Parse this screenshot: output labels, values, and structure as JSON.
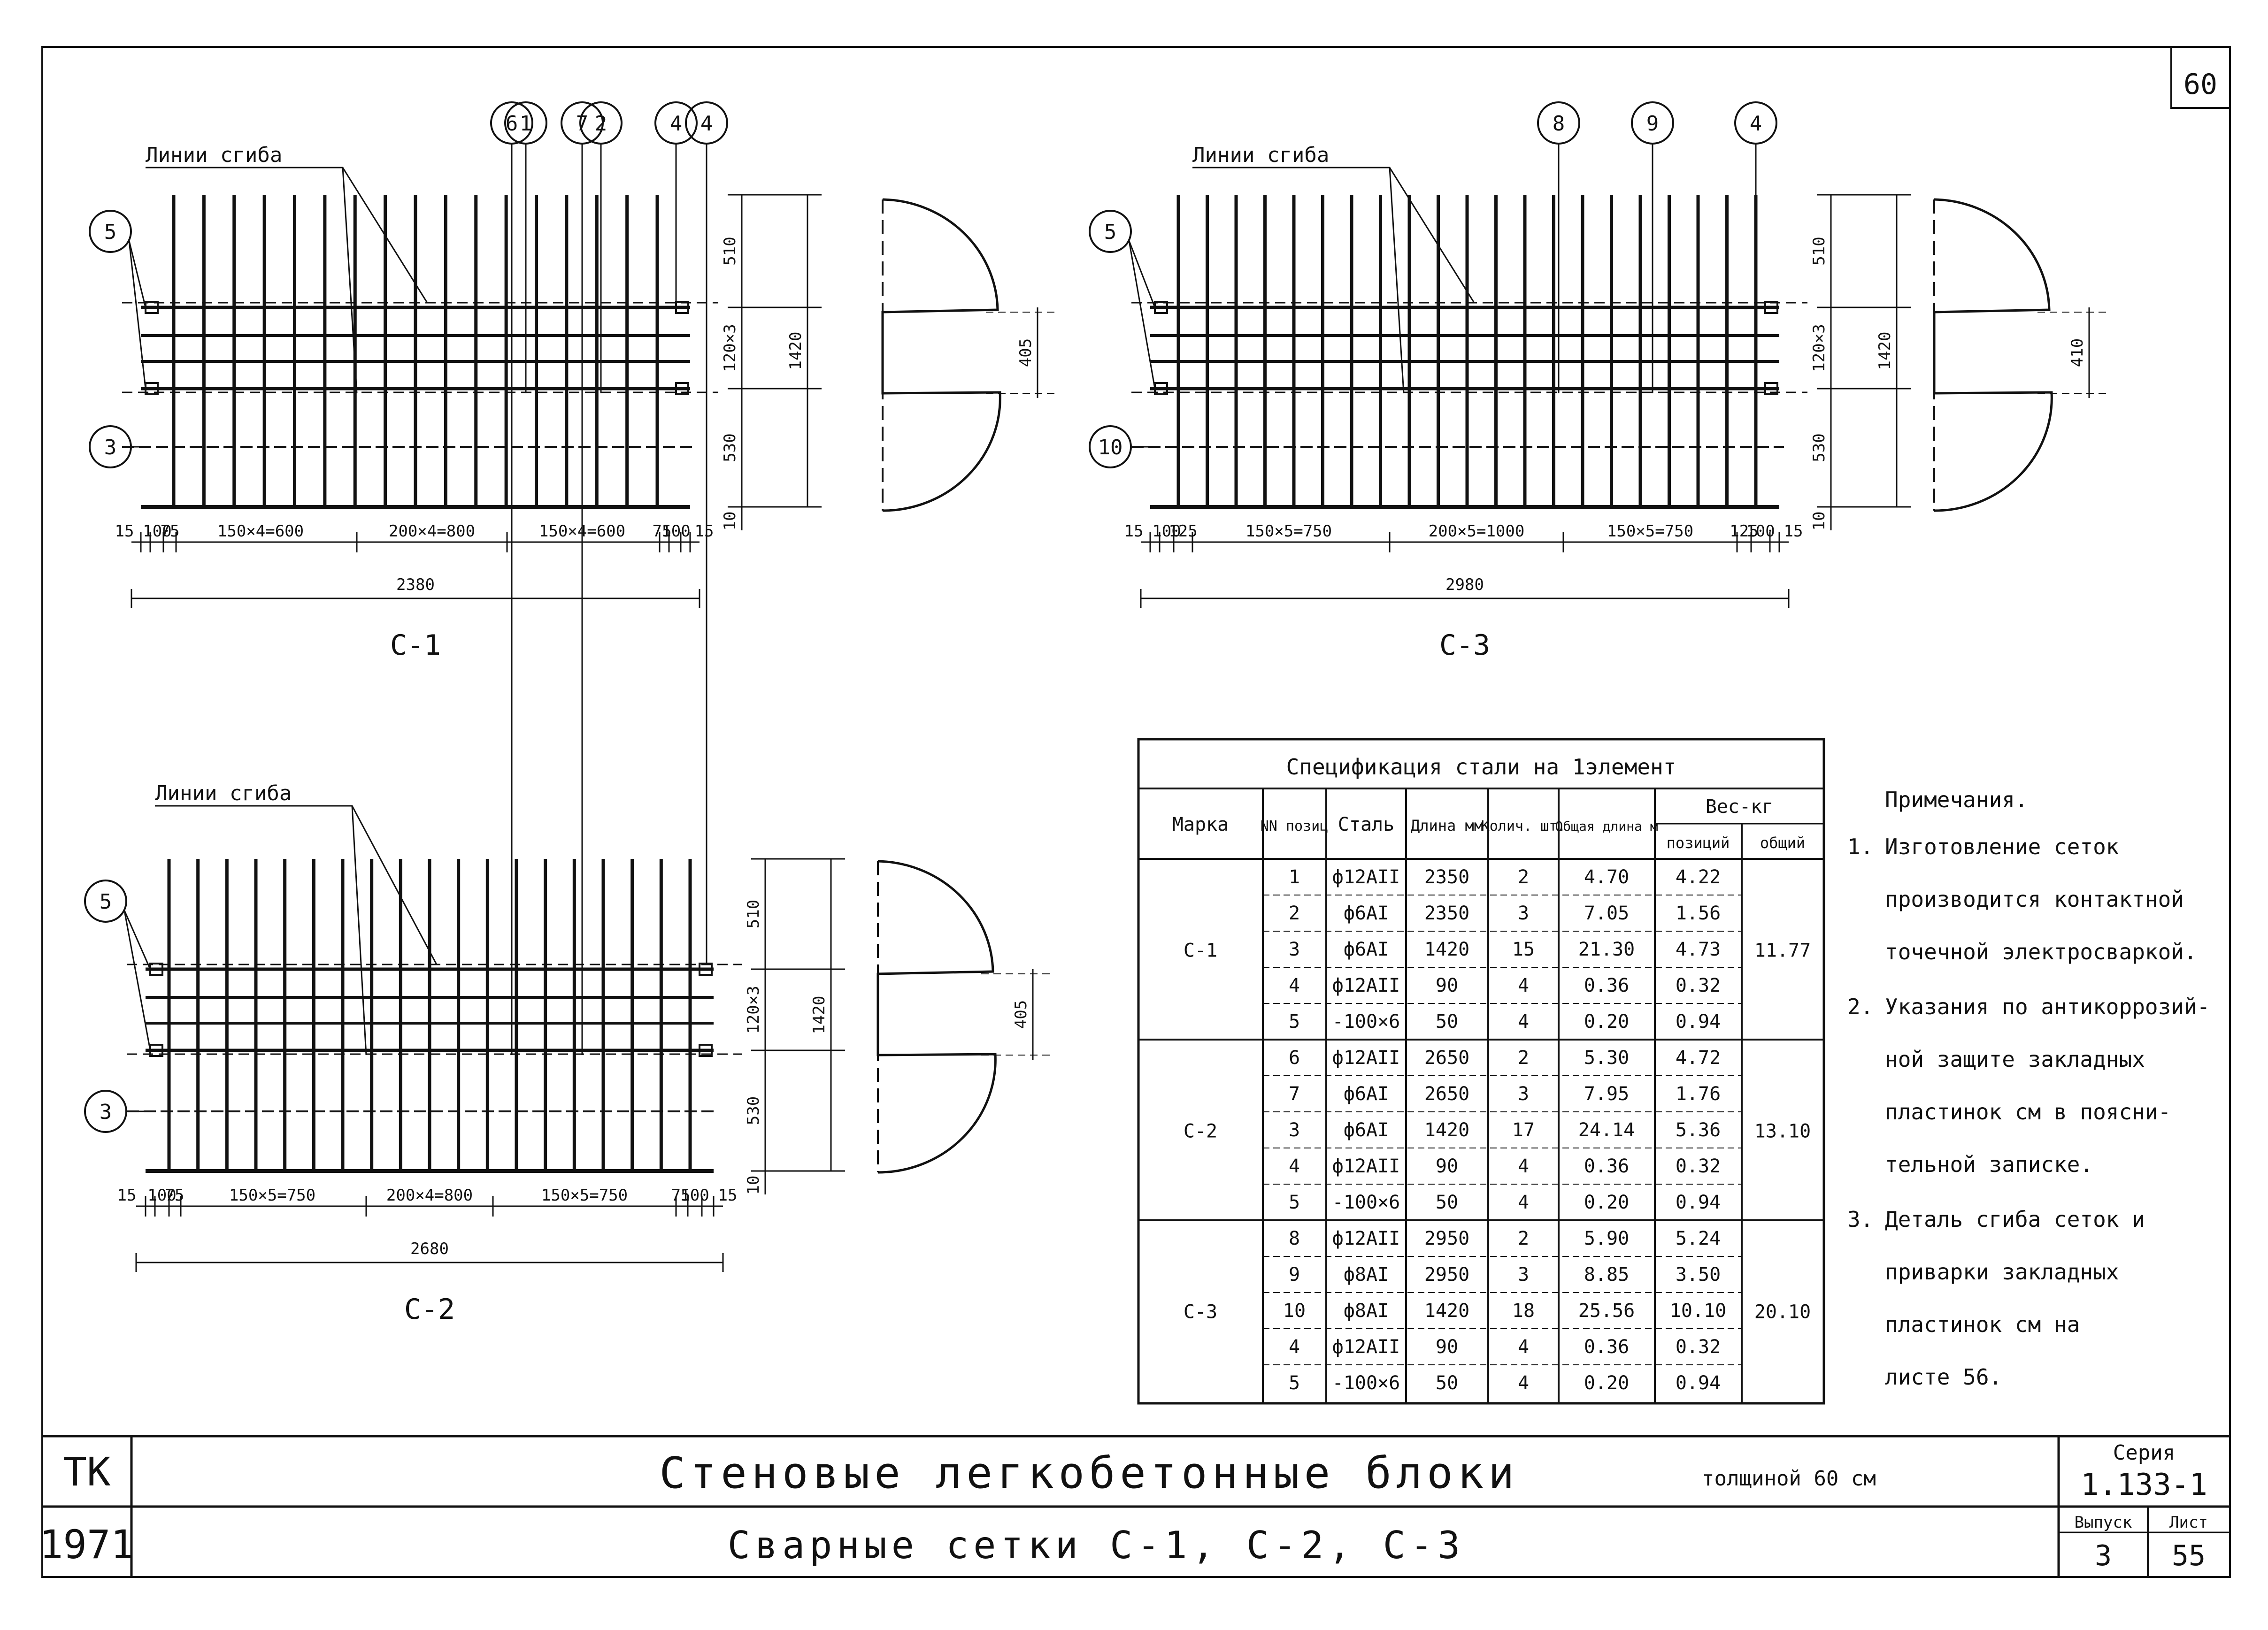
{
  "sheet_number": "60",
  "bend_label": "Линии сгиба",
  "fig1": {
    "caption": "С-1",
    "callouts": [
      "1",
      "2",
      "4",
      "5",
      "3"
    ],
    "bottom_dims": [
      "15",
      "100",
      "75",
      "150×4=600",
      "200×4=800",
      "150×4=600",
      "75",
      "100",
      "15"
    ],
    "overall_length": "2380",
    "right_dims": [
      "510",
      "120×3",
      "530",
      "10"
    ],
    "overall_height": "1420",
    "section_dim": "405"
  },
  "fig3": {
    "caption": "С-3",
    "callouts": [
      "8",
      "9",
      "4",
      "5",
      "10"
    ],
    "bottom_dims": [
      "15",
      "100",
      "125",
      "150×5=750",
      "200×5=1000",
      "150×5=750",
      "125",
      "100",
      "15"
    ],
    "overall_length": "2980",
    "right_dims": [
      "510",
      "120×3",
      "530",
      "10"
    ],
    "overall_height": "1420",
    "section_dim": "410"
  },
  "fig2": {
    "caption": "С-2",
    "callouts": [
      "6",
      "7",
      "4",
      "5",
      "3"
    ],
    "bottom_dims": [
      "15",
      "100",
      "75",
      "150×5=750",
      "200×4=800",
      "150×5=750",
      "75",
      "100",
      "15"
    ],
    "overall_length": "2680",
    "right_dims": [
      "510",
      "120×3",
      "530",
      "10"
    ],
    "overall_height": "1420",
    "section_dim": "405"
  },
  "spec": {
    "title": "Спецификация стали на 1элемент",
    "headers": {
      "mark": "Марка",
      "pos": "NN позиц",
      "steel": "Сталь",
      "length": "Длина мм",
      "qty": "Колич. шт.",
      "total_length": "Общая длина м",
      "weight": "Вес-кг",
      "weight_pos": "позиций",
      "weight_total": "общий"
    },
    "groups": [
      {
        "mark": "С-1",
        "total": "11.77",
        "rows": [
          {
            "pos": "1",
            "steel": "ф12АII",
            "length": "2350",
            "qty": "2",
            "total_length": "4.70",
            "weight": "4.22"
          },
          {
            "pos": "2",
            "steel": "ф6АI",
            "length": "2350",
            "qty": "3",
            "total_length": "7.05",
            "weight": "1.56"
          },
          {
            "pos": "3",
            "steel": "ф6АI",
            "length": "1420",
            "qty": "15",
            "total_length": "21.30",
            "weight": "4.73"
          },
          {
            "pos": "4",
            "steel": "ф12АII",
            "length": "90",
            "qty": "4",
            "total_length": "0.36",
            "weight": "0.32"
          },
          {
            "pos": "5",
            "steel": "-100×6",
            "length": "50",
            "qty": "4",
            "total_length": "0.20",
            "weight": "0.94"
          }
        ]
      },
      {
        "mark": "С-2",
        "total": "13.10",
        "rows": [
          {
            "pos": "6",
            "steel": "ф12АII",
            "length": "2650",
            "qty": "2",
            "total_length": "5.30",
            "weight": "4.72"
          },
          {
            "pos": "7",
            "steel": "ф6АI",
            "length": "2650",
            "qty": "3",
            "total_length": "7.95",
            "weight": "1.76"
          },
          {
            "pos": "3",
            "steel": "ф6АI",
            "length": "1420",
            "qty": "17",
            "total_length": "24.14",
            "weight": "5.36"
          },
          {
            "pos": "4",
            "steel": "ф12АII",
            "length": "90",
            "qty": "4",
            "total_length": "0.36",
            "weight": "0.32"
          },
          {
            "pos": "5",
            "steel": "-100×6",
            "length": "50",
            "qty": "4",
            "total_length": "0.20",
            "weight": "0.94"
          }
        ]
      },
      {
        "mark": "С-3",
        "total": "20.10",
        "rows": [
          {
            "pos": "8",
            "steel": "ф12АII",
            "length": "2950",
            "qty": "2",
            "total_length": "5.90",
            "weight": "5.24"
          },
          {
            "pos": "9",
            "steel": "ф8АI",
            "length": "2950",
            "qty": "3",
            "total_length": "8.85",
            "weight": "3.50"
          },
          {
            "pos": "10",
            "steel": "ф8АI",
            "length": "1420",
            "qty": "18",
            "total_length": "25.56",
            "weight": "10.10"
          },
          {
            "pos": "4",
            "steel": "ф12АII",
            "length": "90",
            "qty": "4",
            "total_length": "0.36",
            "weight": "0.32"
          },
          {
            "pos": "5",
            "steel": "-100×6",
            "length": "50",
            "qty": "4",
            "total_length": "0.20",
            "weight": "0.94"
          }
        ]
      }
    ]
  },
  "notes": {
    "title": "Примечания.",
    "items": [
      {
        "num": "1.",
        "lines": [
          "Изготовление сеток",
          "производится контактной",
          "точечной электросваркой."
        ]
      },
      {
        "num": "2.",
        "lines": [
          "Указания по антикоррозий-",
          "ной защите закладных",
          "пластинок см в поясни-",
          "тельной записке."
        ]
      },
      {
        "num": "3.",
        "lines": [
          "Деталь сгиба сеток и",
          "приварки закладных",
          "пластинок см на",
          "листе 56."
        ]
      }
    ]
  },
  "title_block": {
    "org": "ТК",
    "year": "1971",
    "title": "Стеновые легкобетонные блоки",
    "thickness": "толщиной 60 см",
    "subtitle": "Сварные сетки С-1, С-2, С-3",
    "series_label": "Серия",
    "series": "1.133-1",
    "issue_label": "Выпуск",
    "issue": "3",
    "sheet_label": "Лист",
    "sheet": "55"
  }
}
